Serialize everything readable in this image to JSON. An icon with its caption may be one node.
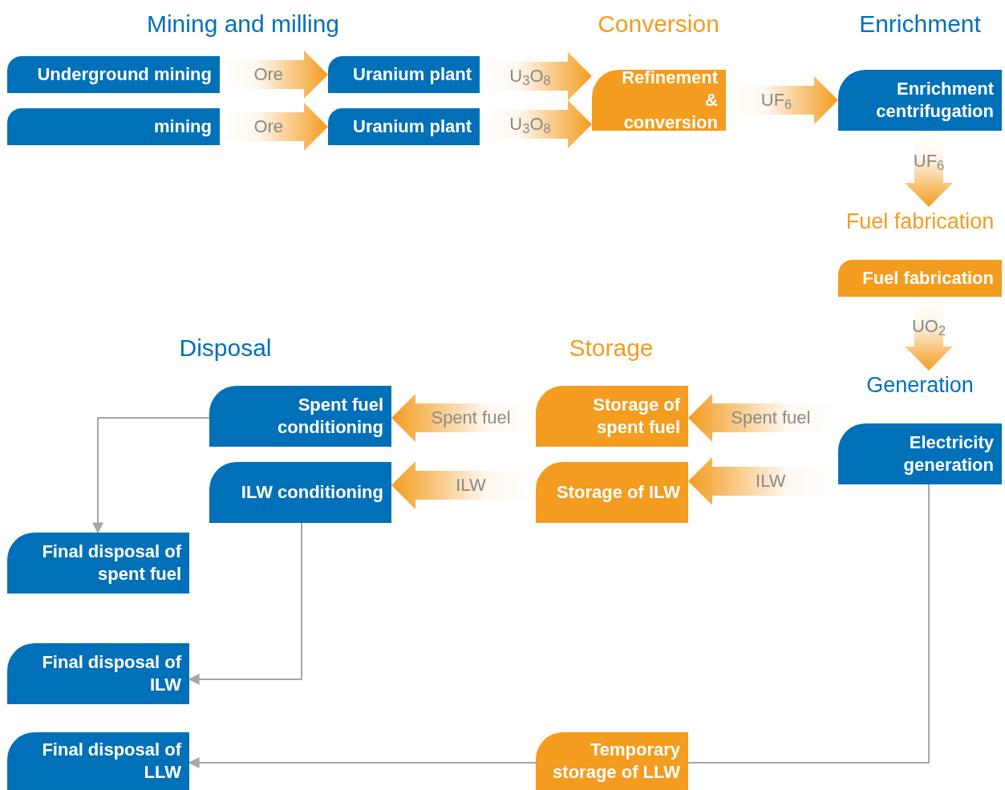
{
  "diagram": {
    "nodes": [
      {
        "text": [
          "Underground mining"
        ]
      },
      {
        "text": [
          "mining"
        ]
      },
      {
        "text": [
          "Uranium plant"
        ]
      },
      {
        "text": [
          "Uranium plant"
        ]
      },
      {
        "text": [
          "Refinement & conversion"
        ]
      },
      {
        "text": [
          "Enrichment centrifugation"
        ]
      },
      {
        "text": [
          "Fuel fabrication",
          "Fuel fabrication"
        ]
      },
      {
        "text": [
          "Generation",
          "Electricity generation"
        ]
      },
      {
        "text": [
          "Storage of spent fuel"
        ]
      },
      {
        "text": [
          "Storage of ILW"
        ]
      },
      {
        "text": [
          "Spent fuel conditioning"
        ]
      },
      {
        "text": [
          "ILW conditioning"
        ]
      },
      {
        "text": [
          "Final disposal of spent fuel"
        ]
      },
      {
        "text": [
          "Final disposal of ILW"
        ]
      },
      {
        "text": [
          "Final disposal of LLW"
        ]
      },
      {
        "text": [
          "Temporary storage of LLW"
        ]
      }
    ],
    "edges": [
      {
        "from": 0,
        "to": 2,
        "arrow": "to",
        "label": "Ore",
        "style": "thick"
      },
      {
        "from": 1,
        "to": 3,
        "arrow": "to",
        "label": "Ore",
        "style": "thick"
      },
      {
        "from": 2,
        "to": 4,
        "arrow": "to",
        "label": "U$_{3}$O$_{8}$",
        "style": "thick"
      },
      {
        "from": 3,
        "to": 4,
        "arrow": "to",
        "label": "U$_{3}$O$_{8}$",
        "style": "thick"
      },
      {
        "from": 4,
        "to": 5,
        "arrow": "to",
        "label": "UF$_{6}$",
        "style": "thick"
      },
      {
        "from": 5,
        "to": 6,
        "arrow": "to",
        "label": "UF$_{6}$",
        "style": "thick"
      },
      {
        "from": 6,
        "to": 7,
        "arrow": "to",
        "label": "UO$_{2}$",
        "style": "thick"
      },
      {
        "from": 7,
        "to": 8,
        "arrow": "to",
        "label": "Spent fuel",
        "style": "thick"
      },
      {
        "from": 7,
        "to": 9,
        "arrow": "to",
        "label": "ILW",
        "style": "thick"
      },
      {
        "from": 8,
        "to": 10,
        "arrow": "to",
        "label": "Spent fuel",
        "style": "thick"
      },
      {
        "from": 9,
        "to": 11,
        "arrow": "to",
        "label": "ILW",
        "style": "thick"
      },
      {
        "from": 10,
        "to": 12,
        "arrow": "to",
        "color": "#a6a6a6"
      },
      {
        "from": 11,
        "to": 13,
        "arrow": "to",
        "color": "#a6a6a6"
      },
      {
        "from": 7,
        "to": 15,
        "arrow": "none",
        "color": "#a6a6a6"
      },
      {
        "from": 15,
        "to": 14,
        "arrow": "to",
        "color": "#a6a6a6"
      }
    ],
    "labels": [
      "Mining and milling",
      "Conversion",
      "Enrichment",
      "Disposal",
      "Storage"
    ]
  }
}
